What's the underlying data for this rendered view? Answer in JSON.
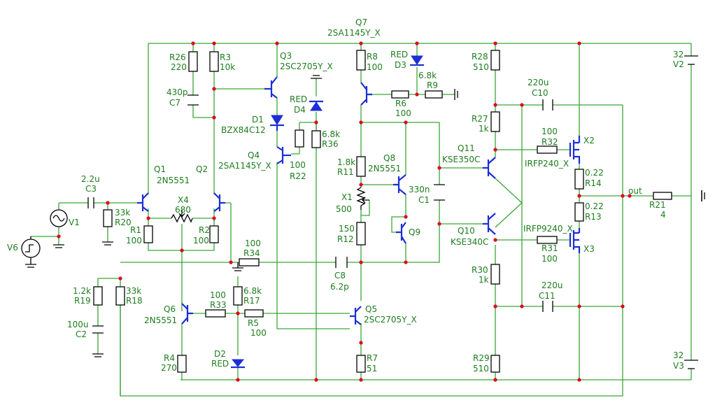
{
  "labels": {
    "Q7": "Q7",
    "Q7v": "2SA1145Y_X",
    "R26": "R26",
    "R26v": "220",
    "R3": "R3",
    "R3v": "10k",
    "Q3": "Q3",
    "Q3v": "2SC2705Y_X",
    "R8": "R8",
    "R8v": "100",
    "D3v": "RED",
    "D3": "D3",
    "R9v": "6.8k",
    "R9": "R9",
    "R28": "R28",
    "R28v": "510",
    "V2v": "32",
    "V2": "V2",
    "C7v": "430p",
    "C7": "C7",
    "D4v": "RED",
    "D4": "D4",
    "D1": "D1",
    "D1v": "BZX84C12",
    "R6": "R6",
    "R6v": "100",
    "C10v": "220u",
    "C10": "C10",
    "R27": "R27",
    "R27v": "1k",
    "R36v": "6.8k",
    "R36": "R36",
    "R32v": "100",
    "R32": "R32",
    "X2": "X2",
    "Q4": "Q4",
    "Q4v": "2SA1145Y_X",
    "R22v": "100",
    "R22": "R22",
    "R11v": "1.8k",
    "R11": "R11",
    "Q8": "Q8",
    "Q8v": "2N5551",
    "Q11": "Q11",
    "Q11v": "KSE350C",
    "X2v": "IRFP240_X",
    "R14v": "0.22",
    "R14": "R14",
    "C3v": "2.2u",
    "C3": "C3",
    "Q1": "Q1",
    "Q1v": "2N5551",
    "Q2": "Q2",
    "X4": "X4",
    "X4v": "680",
    "X1": "X1",
    "X1v": "500",
    "C1v": "330n",
    "C1": "C1",
    "out": "out",
    "R21": "R21",
    "R21v": "4",
    "R13v": "0.22",
    "R13": "R13",
    "R20v": "33k",
    "R20": "R20",
    "V1": "V1",
    "R1": "R1",
    "R1v": "100",
    "R2": "R2",
    "R2v": "100",
    "R12v": "150",
    "R12": "R12",
    "Q9": "Q9",
    "Q10": "Q10",
    "Q10v": "KSE340C",
    "X3v": "IRFP9240_X",
    "R31": "R31",
    "R31v": "100",
    "X3": "X3",
    "V6": "V6",
    "R34v": "100",
    "R34": "R34",
    "C8": "C8",
    "C8v": "6.2p",
    "R30": "R30",
    "R30v": "1k",
    "C11v": "220u",
    "C11": "C11",
    "R19v": "1.2k",
    "R19": "R19",
    "R18v": "33k",
    "R18": "R18",
    "R33v": "100",
    "R33": "R33",
    "R17v": "6.8k",
    "R17": "R17",
    "Q6": "Q6",
    "Q6v": "2N5551",
    "R5": "R5",
    "R5v": "100",
    "Q5": "Q5",
    "Q5v": "2SC2705Y_X",
    "C2v": "100u",
    "C2": "C2",
    "D2": "D2",
    "D2v": "RED",
    "R4": "R4",
    "R4v": "270",
    "R7": "R7",
    "R7v": "51",
    "R29": "R29",
    "R29v": "510",
    "V3v": "32",
    "V3": "V3"
  }
}
